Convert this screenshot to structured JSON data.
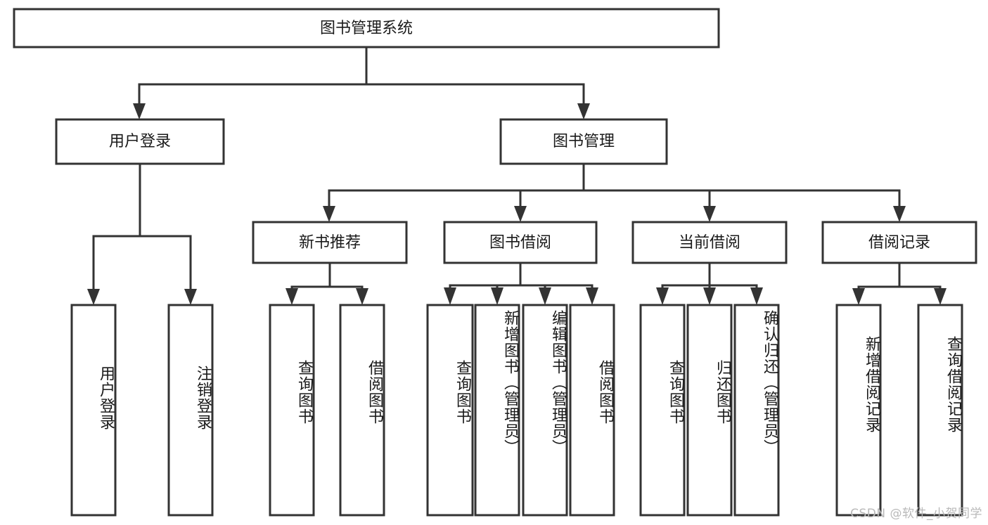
{
  "diagram": {
    "title": "图书管理系统",
    "watermark": "CSDN @软件_小贺同学",
    "accent_color": "#333333",
    "background_color": "#ffffff",
    "text_color": "#1a1a1a",
    "root": {
      "label": "图书管理系统"
    },
    "level2": [
      {
        "label": "用户登录"
      },
      {
        "label": "图书管理"
      }
    ],
    "level3": [
      {
        "label": "新书推荐"
      },
      {
        "label": "图书借阅"
      },
      {
        "label": "当前借阅"
      },
      {
        "label": "借阅记录"
      }
    ],
    "leaves": [
      {
        "label": "用户登录"
      },
      {
        "label": "注销登录"
      },
      {
        "label": "查询图书"
      },
      {
        "label": "借阅图书"
      },
      {
        "label": "查询图书"
      },
      {
        "label": "新增图书（管理员）"
      },
      {
        "label": "编辑图书（管理员）"
      },
      {
        "label": "借阅图书"
      },
      {
        "label": "查询图书"
      },
      {
        "label": "归还图书"
      },
      {
        "label": "确认归还（管理员）"
      },
      {
        "label": "新增借阅记录"
      },
      {
        "label": "查询借阅记录"
      }
    ]
  },
  "chart_data": {
    "type": "diagram",
    "title": "图书管理系统",
    "diagram_kind": "tree / functional decomposition",
    "orientation": "top-down",
    "nodes": [
      {
        "id": "root",
        "label": "图书管理系统",
        "level": 1
      },
      {
        "id": "n1",
        "label": "用户登录",
        "level": 2
      },
      {
        "id": "n2",
        "label": "图书管理",
        "level": 2
      },
      {
        "id": "n3",
        "label": "新书推荐",
        "level": 3
      },
      {
        "id": "n4",
        "label": "图书借阅",
        "level": 3
      },
      {
        "id": "n5",
        "label": "当前借阅",
        "level": 3
      },
      {
        "id": "n6",
        "label": "借阅记录",
        "level": 3
      },
      {
        "id": "l1",
        "label": "用户登录",
        "level": 4
      },
      {
        "id": "l2",
        "label": "注销登录",
        "level": 4
      },
      {
        "id": "l3",
        "label": "查询图书",
        "level": 4
      },
      {
        "id": "l4",
        "label": "借阅图书",
        "level": 4
      },
      {
        "id": "l5",
        "label": "查询图书",
        "level": 4
      },
      {
        "id": "l6",
        "label": "新增图书（管理员）",
        "level": 4
      },
      {
        "id": "l7",
        "label": "编辑图书（管理员）",
        "level": 4
      },
      {
        "id": "l8",
        "label": "借阅图书",
        "level": 4
      },
      {
        "id": "l9",
        "label": "查询图书",
        "level": 4
      },
      {
        "id": "l10",
        "label": "归还图书",
        "level": 4
      },
      {
        "id": "l11",
        "label": "确认归还（管理员）",
        "level": 4
      },
      {
        "id": "l12",
        "label": "新增借阅记录",
        "level": 4
      },
      {
        "id": "l13",
        "label": "查询借阅记录",
        "level": 4
      }
    ],
    "edges": [
      {
        "from": "root",
        "to": "n1"
      },
      {
        "from": "root",
        "to": "n2"
      },
      {
        "from": "n1",
        "to": "l1"
      },
      {
        "from": "n1",
        "to": "l2"
      },
      {
        "from": "n2",
        "to": "n3"
      },
      {
        "from": "n2",
        "to": "n4"
      },
      {
        "from": "n2",
        "to": "n5"
      },
      {
        "from": "n2",
        "to": "n6"
      },
      {
        "from": "n3",
        "to": "l3"
      },
      {
        "from": "n3",
        "to": "l4"
      },
      {
        "from": "n4",
        "to": "l5"
      },
      {
        "from": "n4",
        "to": "l6"
      },
      {
        "from": "n4",
        "to": "l7"
      },
      {
        "from": "n4",
        "to": "l8"
      },
      {
        "from": "n5",
        "to": "l9"
      },
      {
        "from": "n5",
        "to": "l10"
      },
      {
        "from": "n5",
        "to": "l11"
      },
      {
        "from": "n6",
        "to": "l12"
      },
      {
        "from": "n6",
        "to": "l13"
      }
    ]
  }
}
